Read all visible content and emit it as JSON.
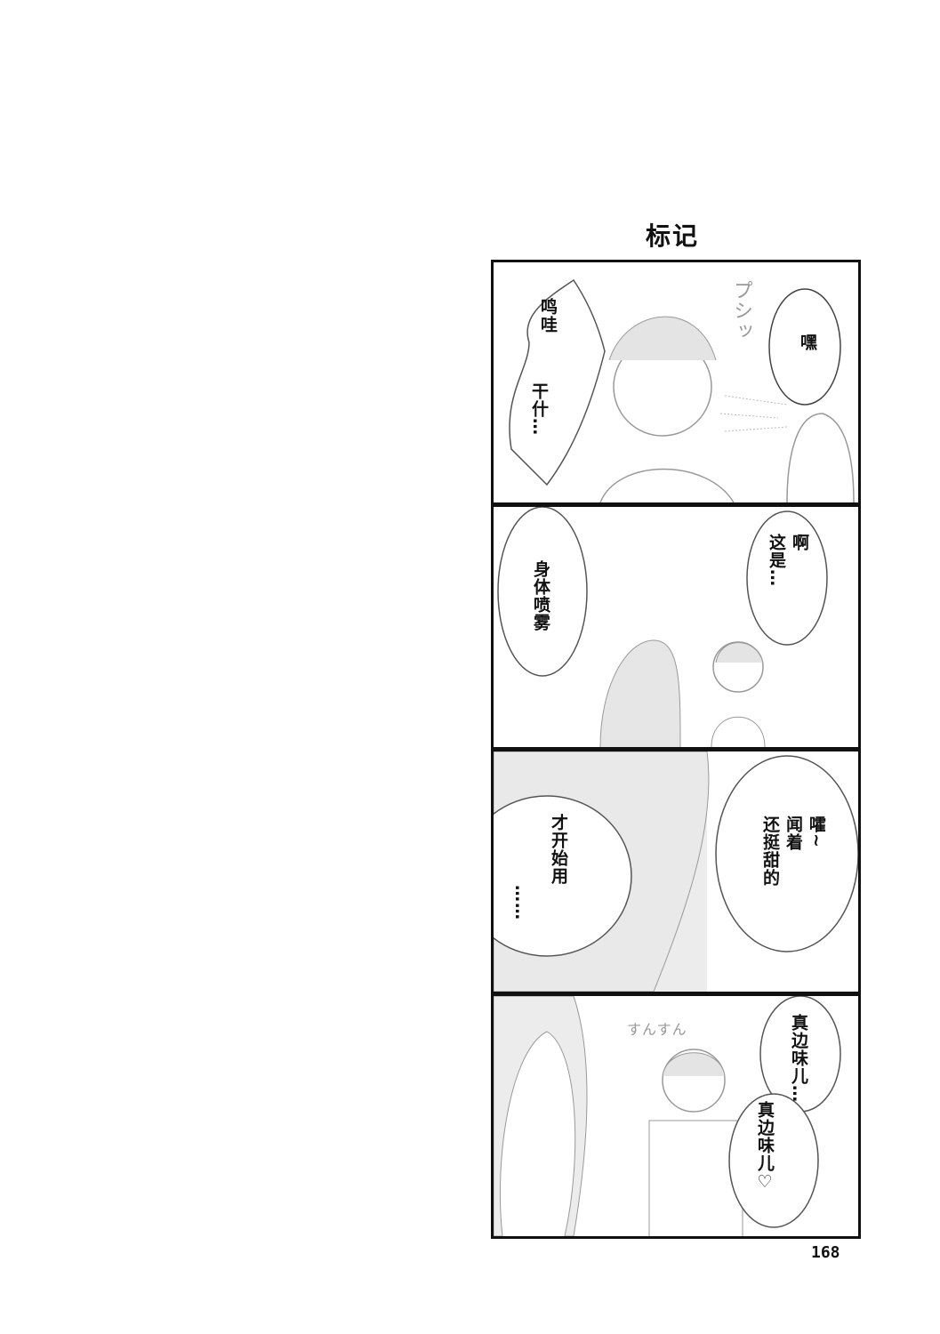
{
  "title": "标记",
  "page_number": "168",
  "panels": [
    {
      "bubbles": [
        "鸣哇",
        "干什…",
        "嘿"
      ],
      "sfx": "プシッ"
    },
    {
      "bubbles": [
        "身体喷雾",
        "啊\n这是…"
      ]
    },
    {
      "bubbles": [
        "才开始用",
        "……",
        "嚯~\n闻着\n还挺甜的"
      ]
    },
    {
      "bubbles": [
        "真边味儿…",
        "真边味儿♡"
      ],
      "sfx": "すんすん"
    }
  ]
}
